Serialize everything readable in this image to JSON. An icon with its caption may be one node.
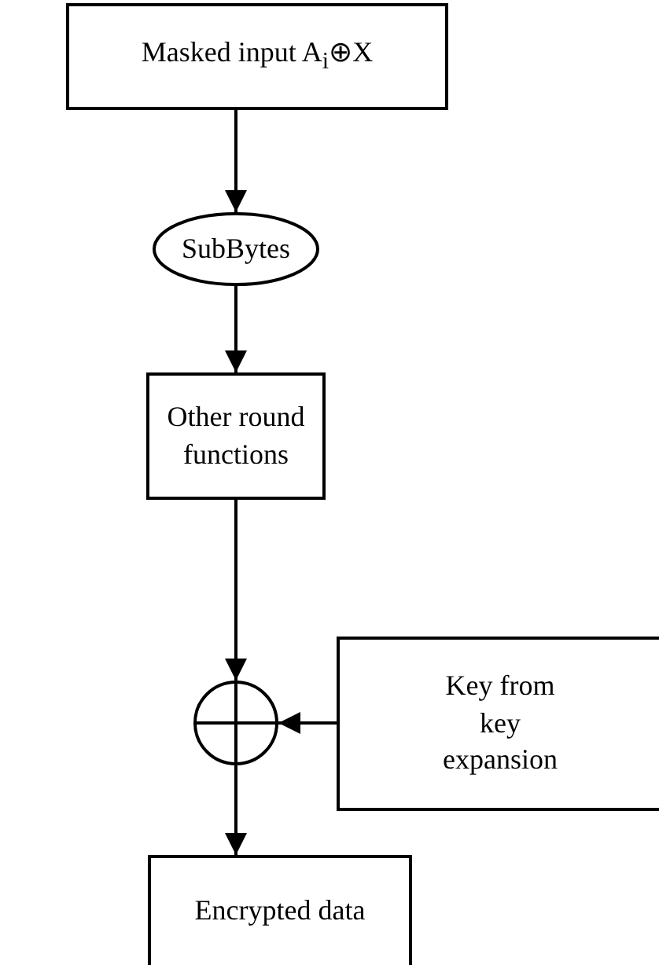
{
  "diagram": {
    "nodes": [
      {
        "text": [
          "Masked input A$_{i}$⊕X"
        ]
      },
      {
        "text": [
          "SubBytes"
        ]
      },
      {
        "text": [
          "Other round functions"
        ]
      },
      {
        "text": [],
        "shape": "circle"
      },
      {
        "text": [
          "Key from key expansion"
        ]
      },
      {
        "text": [
          "Encrypted data"
        ]
      }
    ],
    "edges": [
      {
        "from": 0,
        "to": 1,
        "arrow": "to"
      },
      {
        "from": 1,
        "to": 2,
        "arrow": "to"
      },
      {
        "from": 2,
        "to": 3,
        "arrow": "to"
      },
      {
        "from": 4,
        "to": 3,
        "arrow": "to"
      },
      {
        "from": 3,
        "to": 5,
        "arrow": "to"
      }
    ]
  }
}
